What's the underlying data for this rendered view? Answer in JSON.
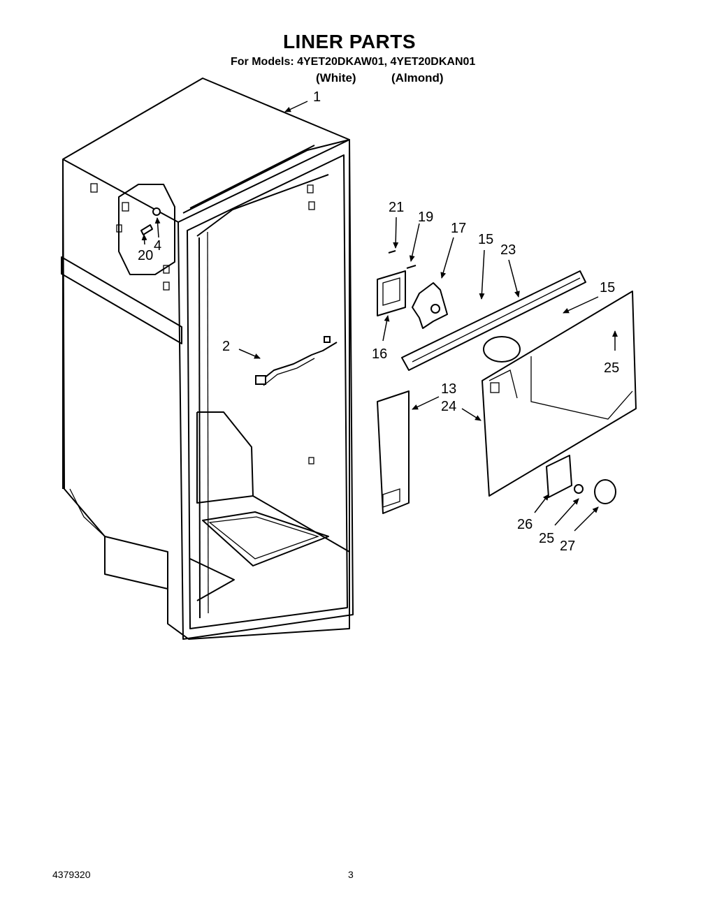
{
  "header": {
    "title": "LINER PARTS",
    "models": "For Models: 4YET20DKAW01, 4YET20DKAN01",
    "variant_white": "(White)",
    "variant_almond": "(Almond)"
  },
  "callouts": [
    "1",
    "2",
    "4",
    "20",
    "21",
    "19",
    "17",
    "15",
    "23",
    "15",
    "16",
    "25",
    "13",
    "24",
    "26",
    "25",
    "27"
  ],
  "footer": {
    "part_number": "4379320",
    "page_number": "3"
  }
}
